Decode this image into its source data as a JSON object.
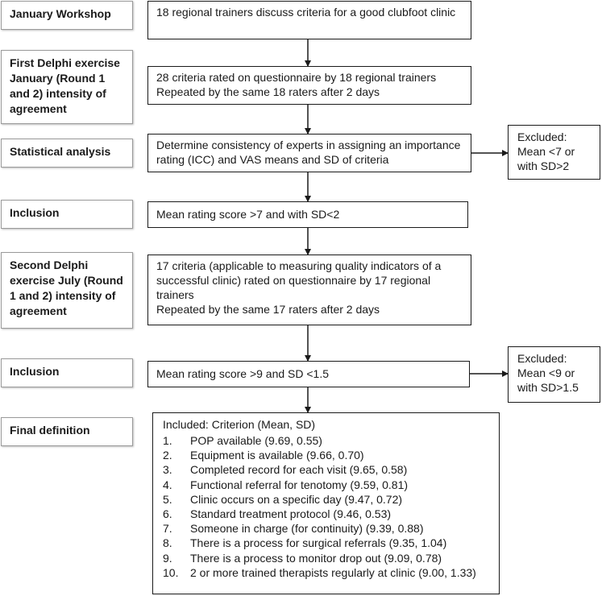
{
  "stages": [
    {
      "label": "January Workshop"
    },
    {
      "label": "First Delphi exercise January (Round 1 and 2) intensity of agreement"
    },
    {
      "label": "Statistical analysis"
    },
    {
      "label": "Inclusion"
    },
    {
      "label": "Second Delphi exercise July (Round 1 and 2) intensity of agreement"
    },
    {
      "label": "Inclusion"
    },
    {
      "label": "Final definition"
    }
  ],
  "process_boxes": [
    {
      "text": "18 regional trainers discuss criteria for a good clubfoot clinic"
    },
    {
      "text": "28 criteria rated on questionnaire by 18 regional trainers\nRepeated by the same 18 raters after 2 days"
    },
    {
      "text": "Determine consistency of experts in assigning an importance rating (ICC) and VAS means and SD of criteria"
    },
    {
      "text": "Mean rating score >7 and with SD<2"
    },
    {
      "text": "17 criteria (applicable to measuring quality indicators of a successful clinic) rated on questionnaire by 17 regional trainers\nRepeated by the same 17 raters after 2 days"
    },
    {
      "text": "Mean rating score >9 and SD <1.5"
    }
  ],
  "excluded_boxes": [
    {
      "text": "Excluded:\nMean <7 or\nwith SD>2"
    },
    {
      "text": "Excluded:\nMean <9 or\nwith SD>1.5"
    }
  ],
  "final_definition": {
    "heading": "Included: Criterion (Mean, SD)",
    "items": [
      {
        "num": "1.",
        "text": "POP available (9.69, 0.55)"
      },
      {
        "num": "2.",
        "text": "Equipment is available (9.66, 0.70)"
      },
      {
        "num": "3.",
        "text": "Completed record for each visit (9.65, 0.58)"
      },
      {
        "num": "4.",
        "text": "Functional referral for tenotomy (9.59, 0.81)"
      },
      {
        "num": "5.",
        "text": "Clinic occurs on a specific day (9.47, 0.72)"
      },
      {
        "num": "6.",
        "text": "Standard treatment protocol (9.46, 0.53)"
      },
      {
        "num": "7.",
        "text": "Someone in charge (for continuity) (9.39, 0.88)"
      },
      {
        "num": "8.",
        "text": "There is a process for surgical referrals (9.35, 1.04)"
      },
      {
        "num": "9.",
        "text": "There is a process to monitor drop out (9.09, 0.78)"
      },
      {
        "num": "10.",
        "text": "2 or more trained therapists regularly at clinic (9.00, 1.33)"
      }
    ]
  }
}
